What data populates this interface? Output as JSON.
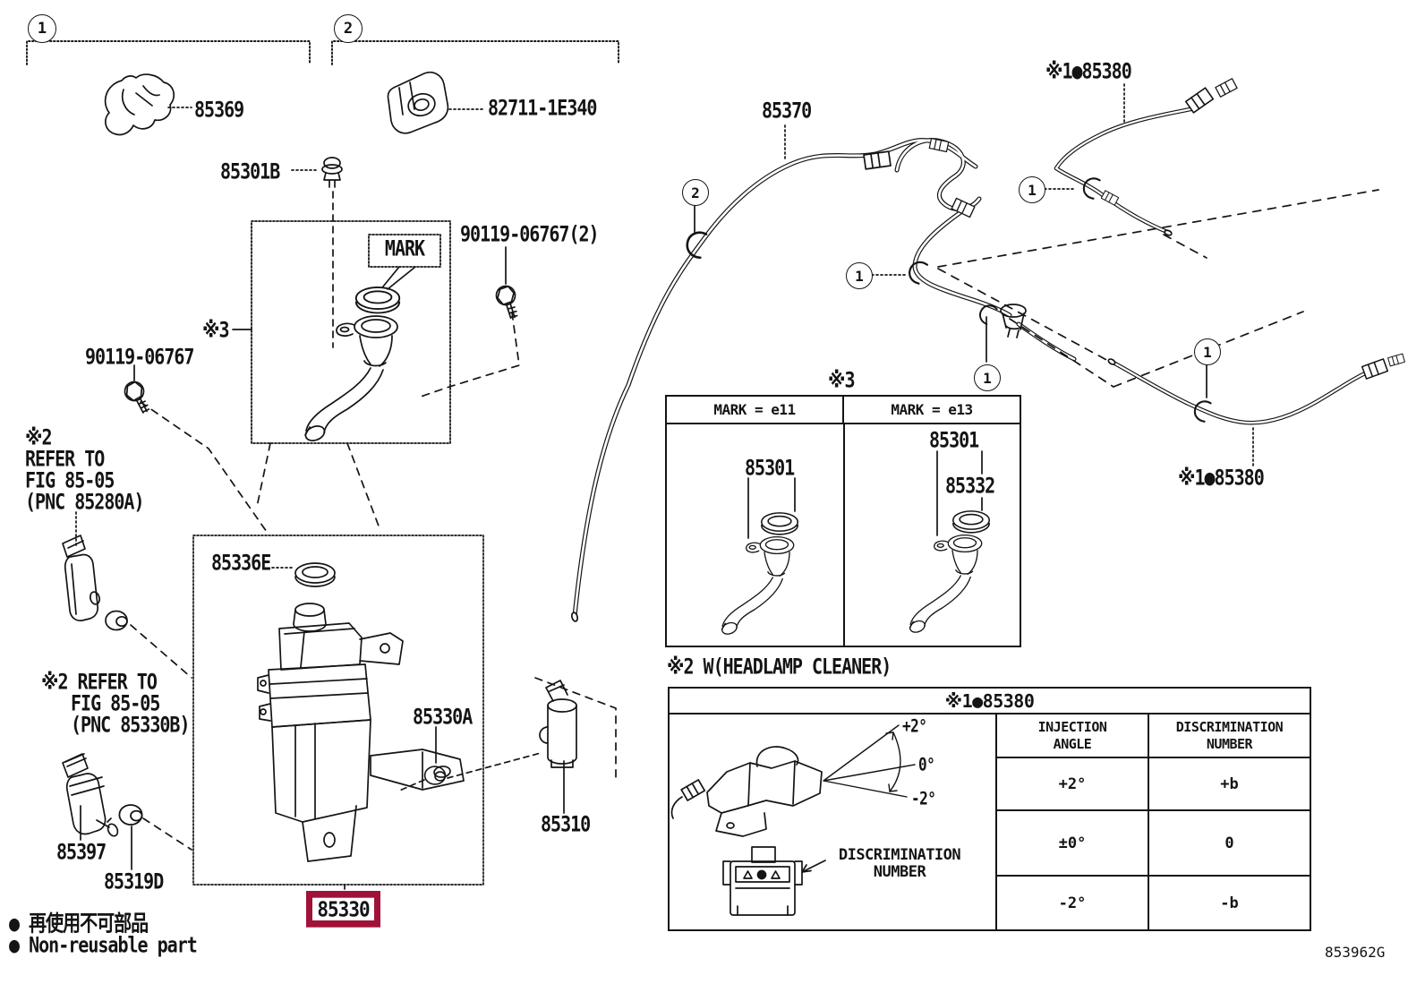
{
  "page": {
    "bg": "#ffffff",
    "ink": "#141414",
    "highlight_color": "#A0123A"
  },
  "labels": {
    "p85369": "85369",
    "p82711": "82711-1E340",
    "p85301b": "85301B",
    "mark": "MARK",
    "p90119_2": "90119-06767(2)",
    "p90119": "90119-06767",
    "sym3_left": "※3",
    "p85336e": "85336E",
    "p85330a": "85330A",
    "p85330": "85330",
    "p85310": "85310",
    "p85397": "85397",
    "p85319d": "85319D",
    "p85370": "85370",
    "p85380_top": "※1●85380",
    "p85380_mid": "※1●85380"
  },
  "notes": {
    "ref1_sym": "※2",
    "ref1_l1": "REFER TO",
    "ref1_l2": "FIG 85-05",
    "ref1_l3": "(PNC 85280A)",
    "ref2_l1": "※2 REFER TO",
    "ref2_l2": "FIG 85-05",
    "ref2_l3": "(PNC 85330B)",
    "legend_jp": "● 再使用不可部品",
    "legend_en": "● Non-reusable part"
  },
  "callouts": {
    "c1a": "1",
    "c2a": "2",
    "c2b": "2",
    "c1b": "1",
    "c1c": "1",
    "c1d": "1",
    "c1e": "1"
  },
  "mark_table": {
    "sym": "※3",
    "col1": "MARK = e11",
    "col2": "MARK = e13",
    "left_p1": "85301",
    "right_p1": "85301",
    "right_p2": "85332",
    "footnote": "※2 W(HEADLAMP CLEANER)"
  },
  "injection_table": {
    "title": "※1●85380",
    "col1": "INJECTION ANGLE",
    "col2": "DISCRIMINATION NUMBER",
    "rows": [
      [
        "+2°",
        "+b"
      ],
      [
        "±0°",
        "0"
      ],
      [
        "-2°",
        "-b"
      ]
    ],
    "fan": [
      "+2°",
      "0°",
      "-2°"
    ],
    "callout_l1": "DISCRIMINATION",
    "callout_l2": "NUMBER"
  },
  "footer": {
    "code": "853962G"
  }
}
